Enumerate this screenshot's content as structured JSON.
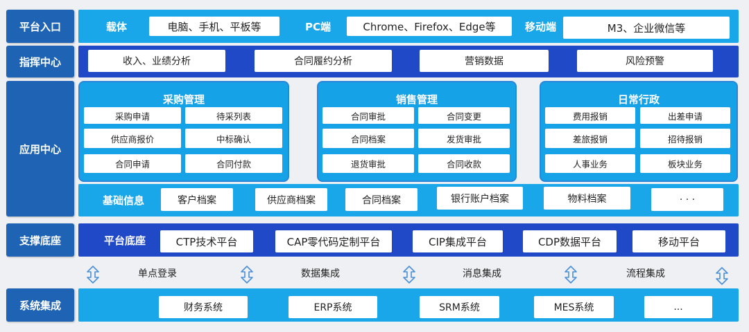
{
  "layers": {
    "platform_entry": "平台入口",
    "command_center": "指挥中心",
    "app_center": "应用中心",
    "support_base": "支撑底座",
    "system_integration": "系统集成"
  },
  "entry": {
    "carrier_label": "载体",
    "carrier_value": "电脑、手机、平板等",
    "pc_label": "PC端",
    "pc_value": "Chrome、Firefox、Edge等",
    "mobile_label": "移动端",
    "mobile_value": "M3、企业微信等"
  },
  "command": {
    "items": [
      "收入、业绩分析",
      "合同履约分析",
      "营销数据",
      "风险预警"
    ]
  },
  "apps": {
    "purchase": {
      "title": "采购管理",
      "items": [
        "采购申请",
        "待采列表",
        "供应商报价",
        "中标确认",
        "合同申请",
        "合同付款"
      ]
    },
    "sales": {
      "title": "销售管理",
      "items": [
        "合同审批",
        "合同变更",
        "合同档案",
        "发货审批",
        "退货审批",
        "合同收款"
      ]
    },
    "admin": {
      "title": "日常行政",
      "items": [
        "费用报销",
        "出差申请",
        "差旅报销",
        "招待报销",
        "人事业务",
        "板块业务"
      ]
    },
    "basic": {
      "label": "基础信息",
      "items": [
        "客户档案",
        "供应商档案",
        "合同档案",
        "银行账户档案",
        "物料档案",
        "· · ·"
      ]
    }
  },
  "support": {
    "label": "平台底座",
    "items": [
      "CTP技术平台",
      "CAP零代码定制平台",
      "CIP集成平台",
      "CDP数据平台",
      "移动平台"
    ]
  },
  "integration_methods": [
    "单点登录",
    "数据集成",
    "消息集成",
    "流程集成"
  ],
  "systems": {
    "items": [
      "财务系统",
      "ERP系统",
      "SRM系统",
      "MES系统",
      "..."
    ]
  },
  "colors": {
    "label_blue": "#1f64b4",
    "light_band": "#1aa7ea",
    "dark_band": "#2049c8",
    "arrow": "#4a8fd8"
  }
}
